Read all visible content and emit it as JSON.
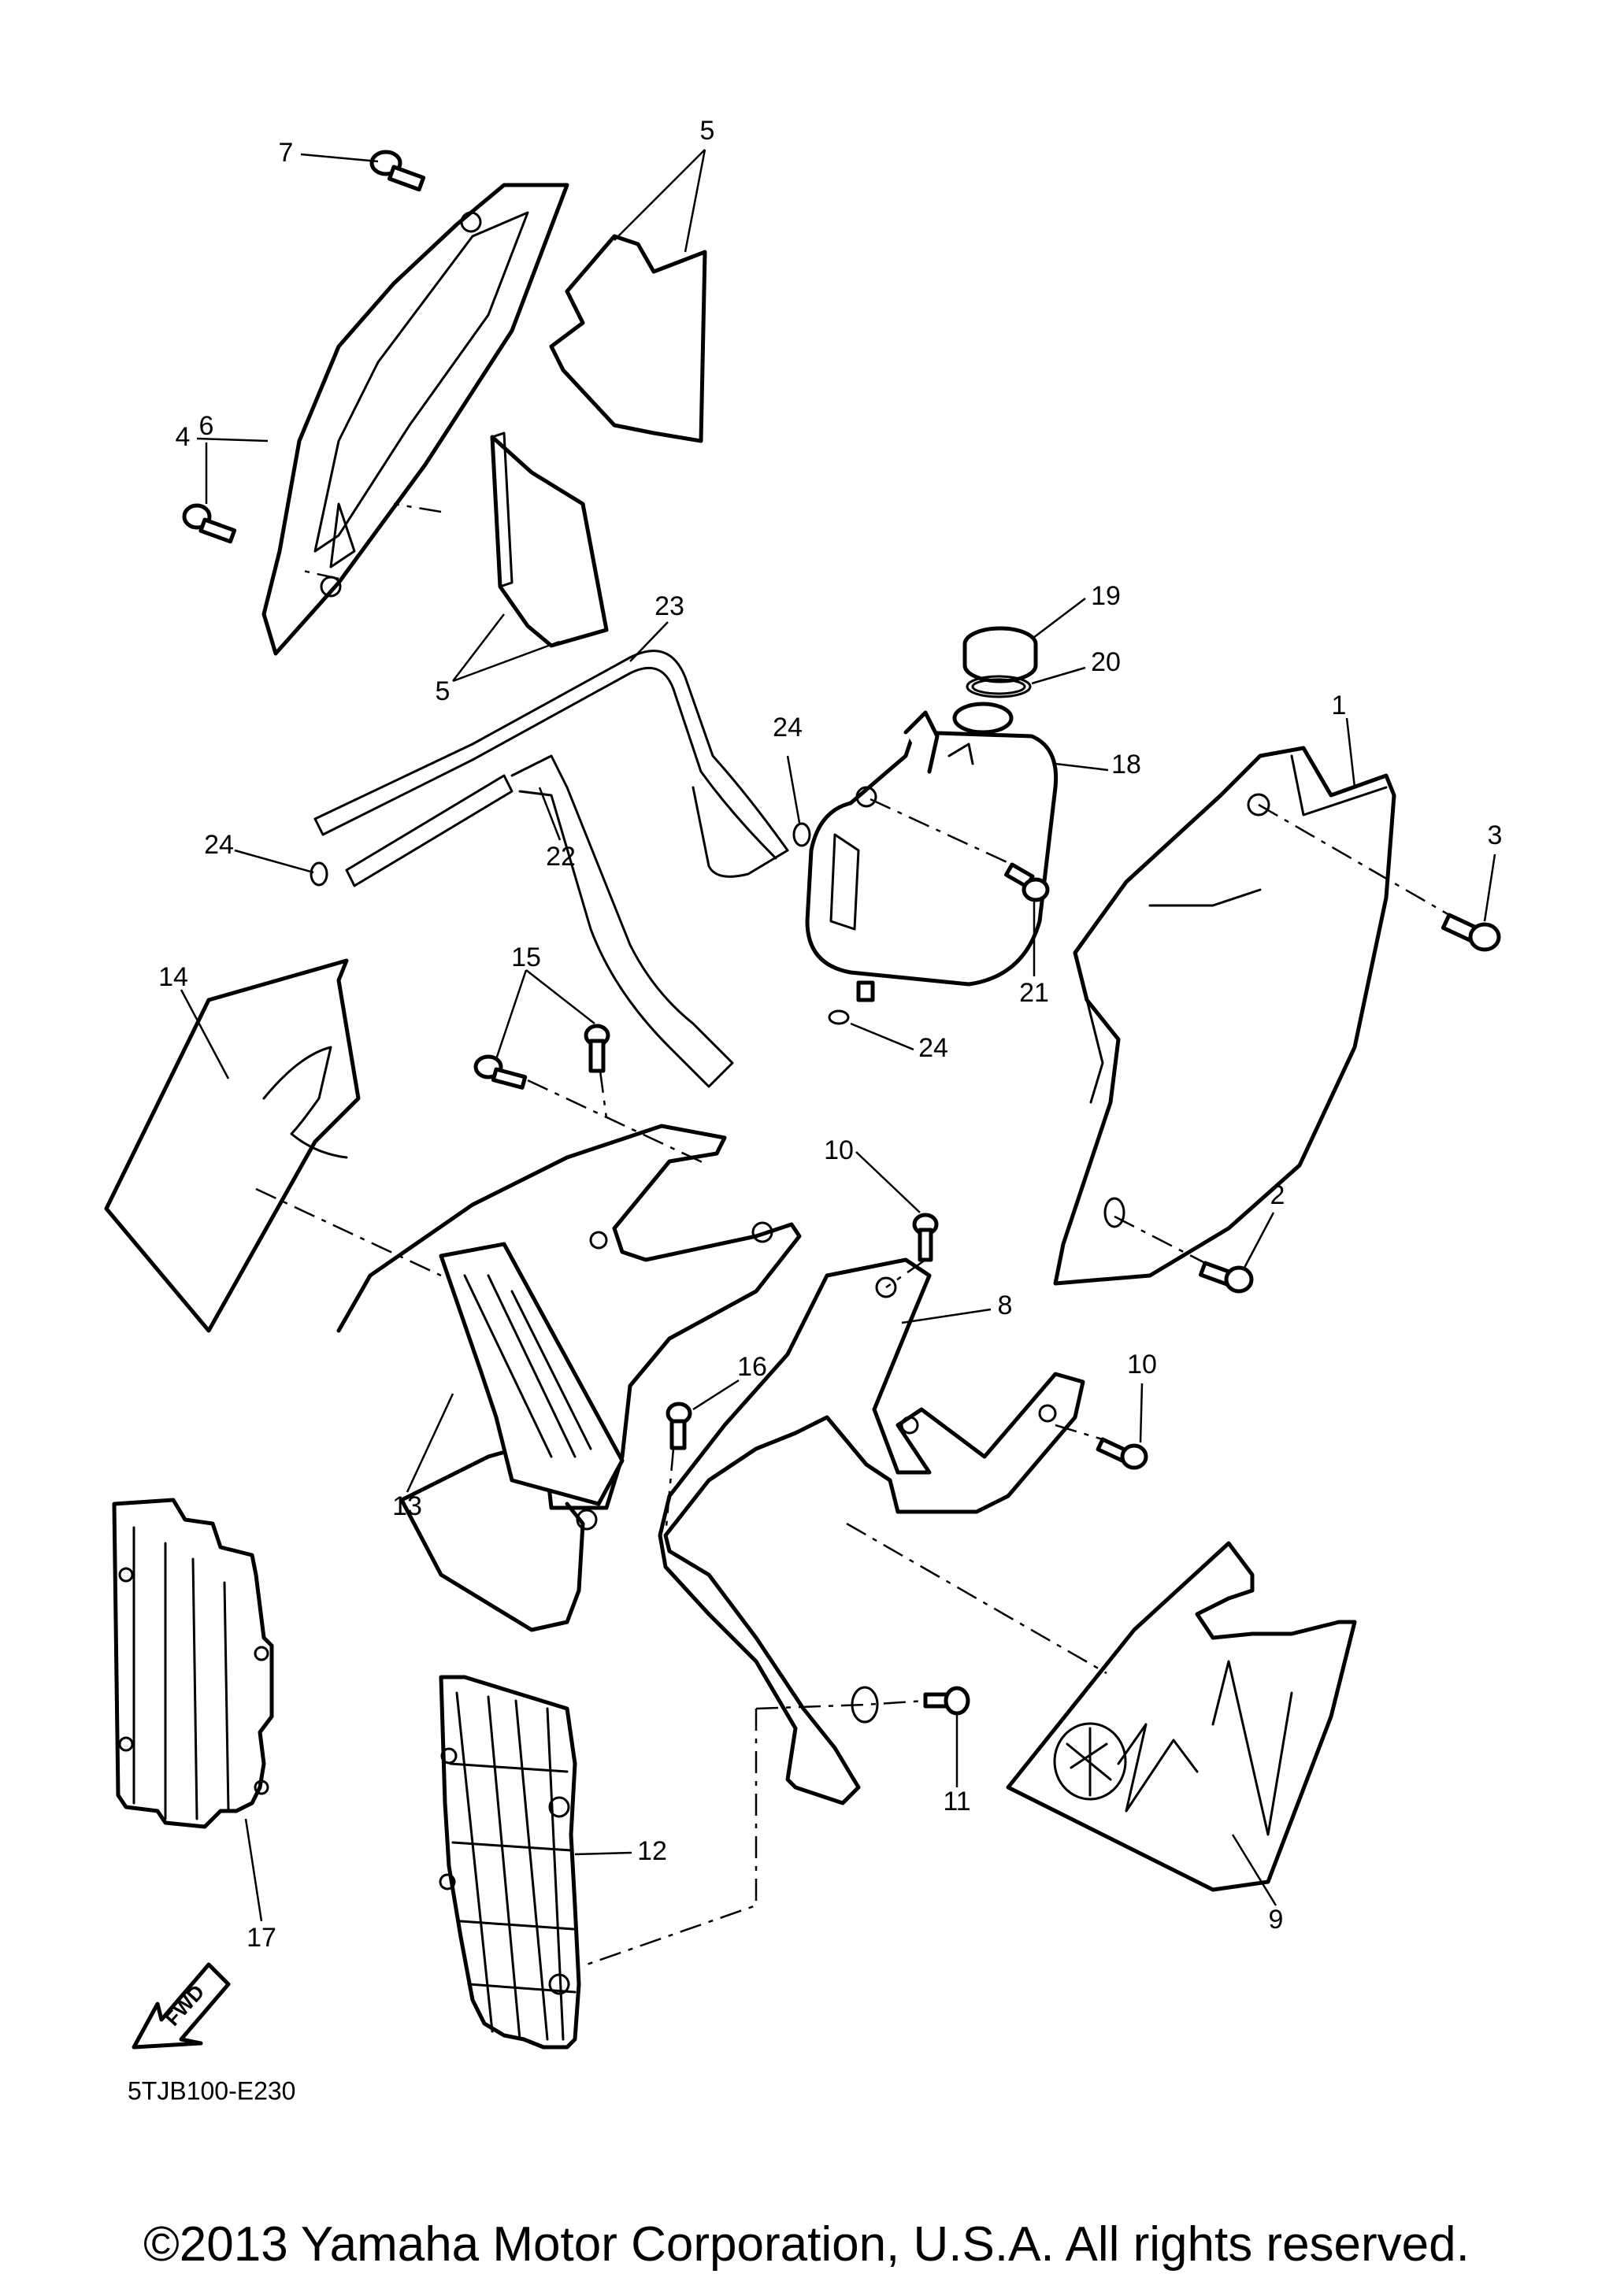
{
  "diagram": {
    "code": "5TJB100-E230",
    "fwd_label": "FWD",
    "callouts": [
      "1",
      "2",
      "3",
      "4",
      "5",
      "5",
      "6",
      "7",
      "8",
      "9",
      "10",
      "10",
      "11",
      "12",
      "13",
      "14",
      "15",
      "16",
      "17",
      "18",
      "19",
      "20",
      "21",
      "22",
      "23",
      "24",
      "24",
      "24"
    ]
  },
  "copyright": "©2013 Yamaha Motor Corporation, U.S.A. All rights reserved."
}
